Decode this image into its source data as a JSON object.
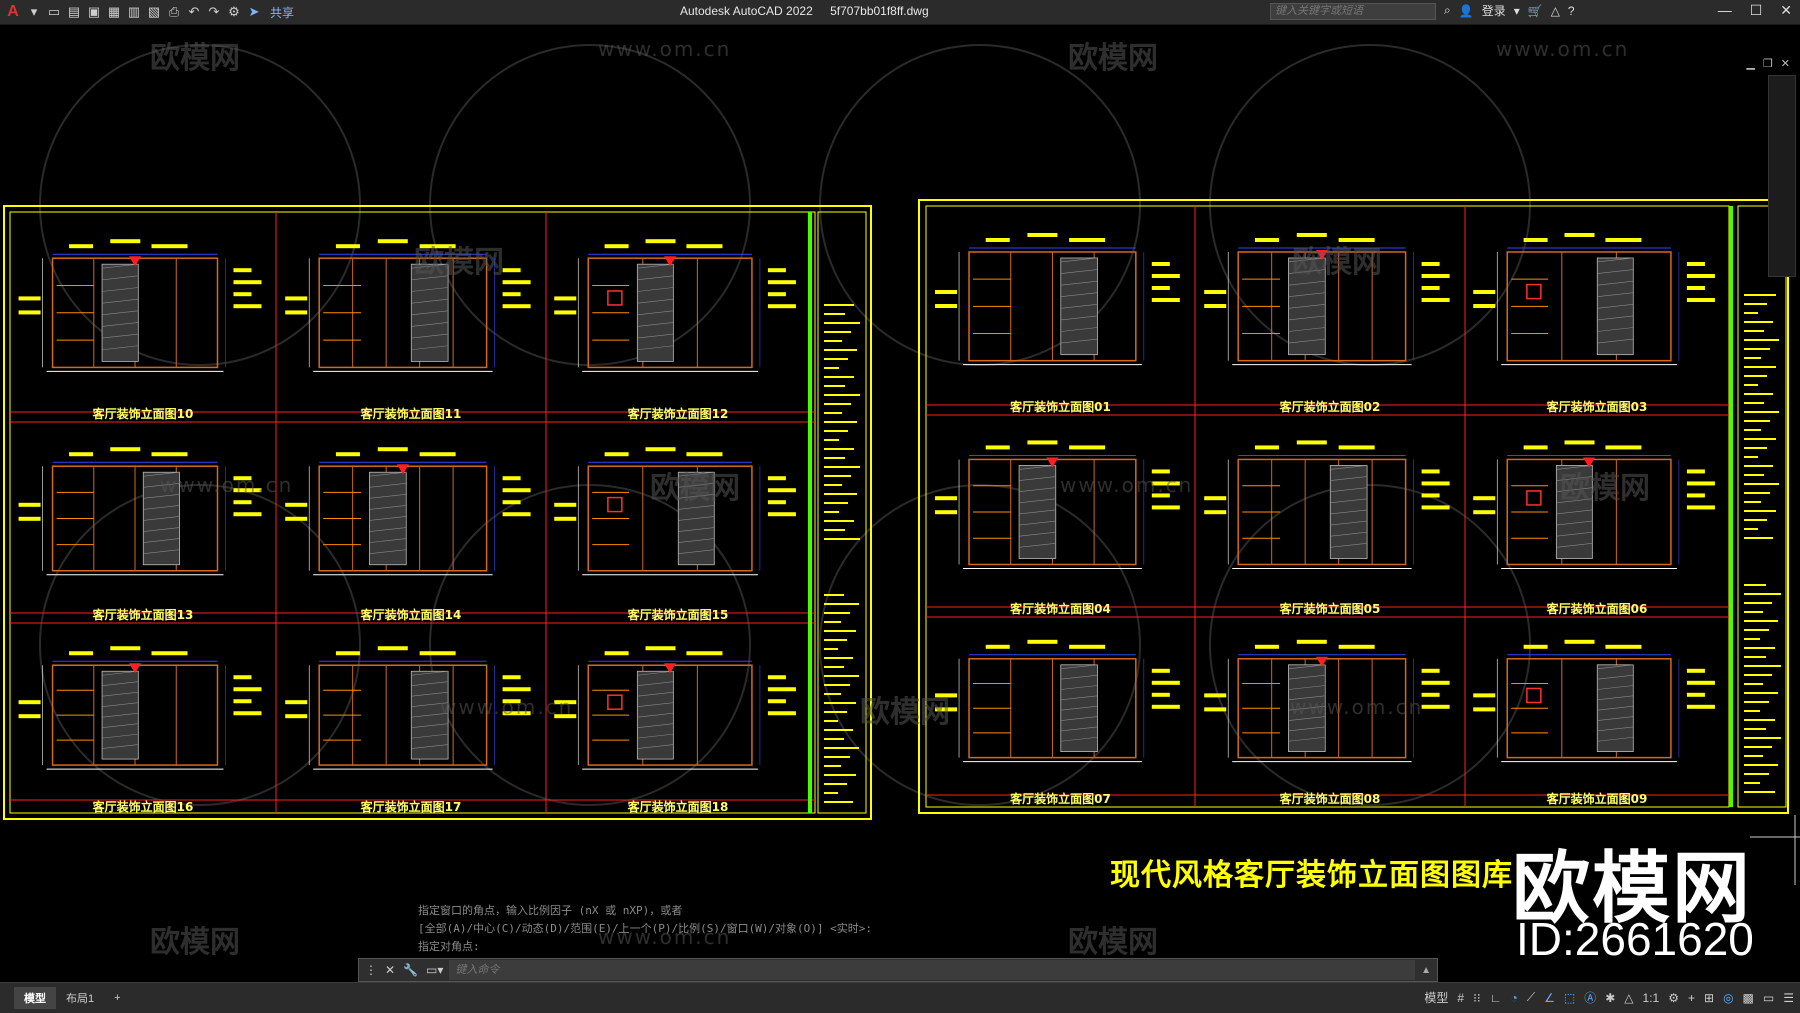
{
  "app": {
    "logo": "A",
    "title": "Autodesk AutoCAD 2022",
    "file": "5f707bb01f8ff.dwg",
    "share_label": "共享",
    "search_placeholder": "键入关键字或短语",
    "login_label": "登录",
    "help_icon": "?"
  },
  "toolbar_icons": [
    "new-icon",
    "open-icon",
    "save-icon",
    "saveas-icon",
    "open-web-icon",
    "save-web-icon",
    "print-icon",
    "undo-icon",
    "redo-icon",
    "workspace-icon"
  ],
  "drawing": {
    "sheet_title": "现代风格客厅装饰立面图图库",
    "left_panel_labels": [
      "客厅装饰立面图10",
      "客厅装饰立面图11",
      "客厅装饰立面图12",
      "客厅装饰立面图13",
      "客厅装饰立面图14",
      "客厅装饰立面图15",
      "客厅装饰立面图16",
      "客厅装饰立面图17",
      "客厅装饰立面图18"
    ],
    "right_panel_labels": [
      "客厅装饰立面图01",
      "客厅装饰立面图02",
      "客厅装饰立面图03",
      "客厅装饰立面图04",
      "客厅装饰立面图05",
      "客厅装饰立面图06",
      "客厅装饰立面图07",
      "客厅装饰立面图08",
      "客厅装饰立面图09"
    ]
  },
  "watermark": {
    "text": "欧模网",
    "url": "www.om.cn",
    "brand": "欧模网",
    "id": "ID:2661620"
  },
  "command": {
    "history": [
      "指定窗口的角点，输入比例因子 (nX 或 nXP)，或者",
      "[全部(A)/中心(C)/动态(D)/范围(E)/上一个(P)/比例(S)/窗口(W)/对象(O)] <实时>:",
      "指定对角点:"
    ],
    "placeholder": "键入命令"
  },
  "status": {
    "tabs": [
      "模型",
      "布局1",
      "+"
    ],
    "model_label": "模型",
    "scale": "1:1"
  },
  "colors": {
    "frame": "#ffff00",
    "divider": "#ff2020",
    "drawing": "#d2691e",
    "accent_green": "#44ff00",
    "detail_blue": "#3344ff"
  }
}
